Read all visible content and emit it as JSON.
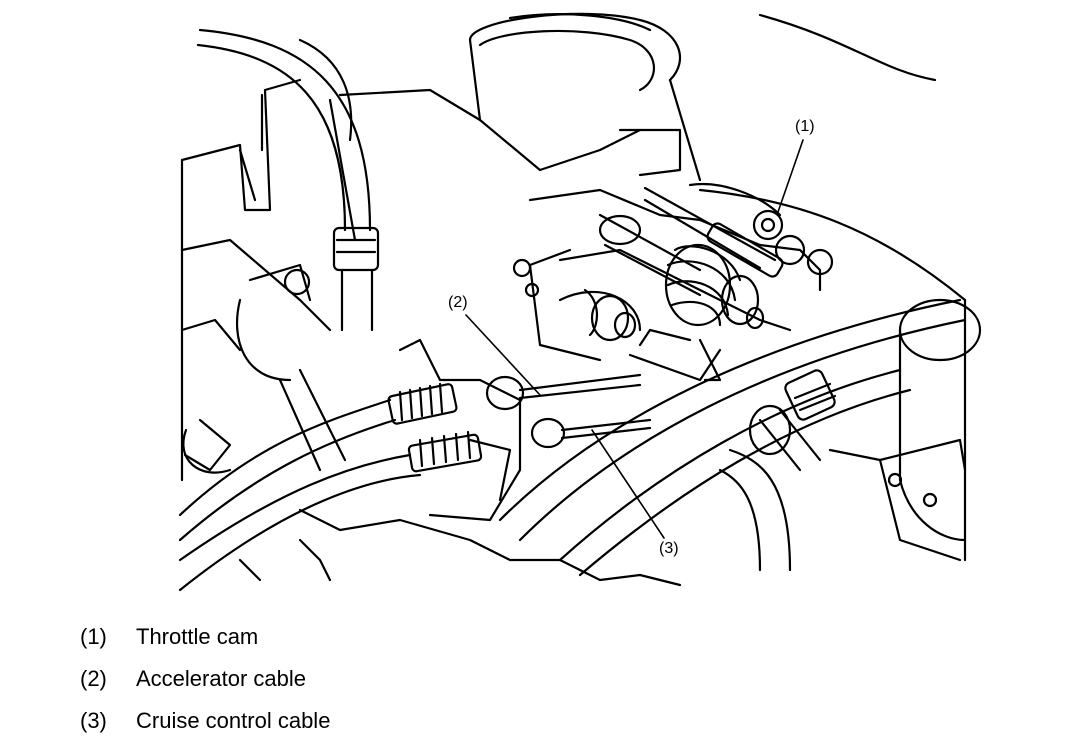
{
  "callouts": {
    "c1": "(1)",
    "c2": "(2)",
    "c3": "(3)"
  },
  "legend": [
    {
      "number": "(1)",
      "text": "Throttle cam"
    },
    {
      "number": "(2)",
      "text": "Accelerator cable"
    },
    {
      "number": "(3)",
      "text": "Cruise control cable"
    }
  ],
  "colors": {
    "ink": "#000000",
    "paper": "#ffffff"
  }
}
